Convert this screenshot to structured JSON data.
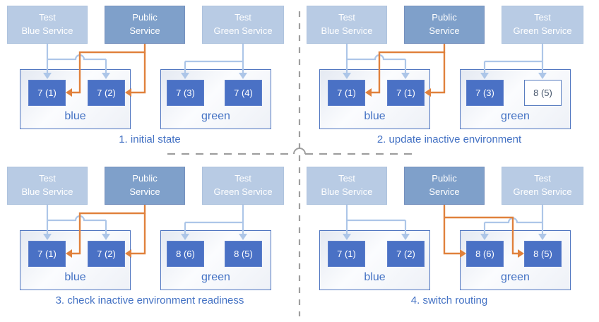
{
  "colors": {
    "test_service_fill": "#b8cbe4",
    "public_service_fill": "#7fa0ca",
    "pod_fill": "#4a71c5",
    "pod_outline_border": "#5a7ec0",
    "pod_outline_text": "#44546a",
    "environment_border": "#4f75c0",
    "routing_arrow_orange": "#e0813c",
    "test_arrow_blue": "#adc6e8",
    "label_text_blue": "#4472c4",
    "divider_gray": "#9e9e9e"
  },
  "panels": [
    {
      "caption": "1. initial state",
      "routing_target": "blue",
      "services": [
        {
          "line1": "Test",
          "line2": "Blue Service"
        },
        {
          "line1": "Public",
          "line2": "Service"
        },
        {
          "line1": "Test",
          "line2": "Green Service"
        }
      ],
      "environments": [
        {
          "label": "blue",
          "pods": [
            {
              "label": "7 (1)",
              "style": "filled"
            },
            {
              "label": "7 (2)",
              "style": "filled"
            }
          ]
        },
        {
          "label": "green",
          "pods": [
            {
              "label": "7 (3)",
              "style": "filled"
            },
            {
              "label": "7 (4)",
              "style": "filled"
            }
          ]
        }
      ]
    },
    {
      "caption": "2. update inactive environment",
      "routing_target": "blue",
      "services": [
        {
          "line1": "Test",
          "line2": "Blue Service"
        },
        {
          "line1": "Public",
          "line2": "Service"
        },
        {
          "line1": "Test",
          "line2": "Green Service"
        }
      ],
      "environments": [
        {
          "label": "blue",
          "pods": [
            {
              "label": "7 (1)",
              "style": "filled"
            },
            {
              "label": "7 (1)",
              "style": "filled"
            }
          ]
        },
        {
          "label": "green",
          "pods": [
            {
              "label": "7 (3)",
              "style": "filled"
            },
            {
              "label": "8 (5)",
              "style": "outline"
            }
          ]
        }
      ]
    },
    {
      "caption": "3. check inactive environment readiness",
      "routing_target": "blue",
      "services": [
        {
          "line1": "Test",
          "line2": "Blue Service"
        },
        {
          "line1": "Public",
          "line2": "Service"
        },
        {
          "line1": "Test",
          "line2": "Green Service"
        }
      ],
      "environments": [
        {
          "label": "blue",
          "pods": [
            {
              "label": "7 (1)",
              "style": "filled"
            },
            {
              "label": "7 (2)",
              "style": "filled"
            }
          ]
        },
        {
          "label": "green",
          "pods": [
            {
              "label": "8 (6)",
              "style": "filled"
            },
            {
              "label": "8 (5)",
              "style": "filled"
            }
          ]
        }
      ]
    },
    {
      "caption": "4. switch routing",
      "routing_target": "green",
      "services": [
        {
          "line1": "Test",
          "line2": "Blue Service"
        },
        {
          "line1": "Public",
          "line2": "Service"
        },
        {
          "line1": "Test",
          "line2": "Green Service"
        }
      ],
      "environments": [
        {
          "label": "blue",
          "pods": [
            {
              "label": "7 (1)",
              "style": "filled"
            },
            {
              "label": "7 (2)",
              "style": "filled"
            }
          ]
        },
        {
          "label": "green",
          "pods": [
            {
              "label": "8 (6)",
              "style": "filled"
            },
            {
              "label": "8 (5)",
              "style": "filled"
            }
          ]
        }
      ]
    }
  ]
}
